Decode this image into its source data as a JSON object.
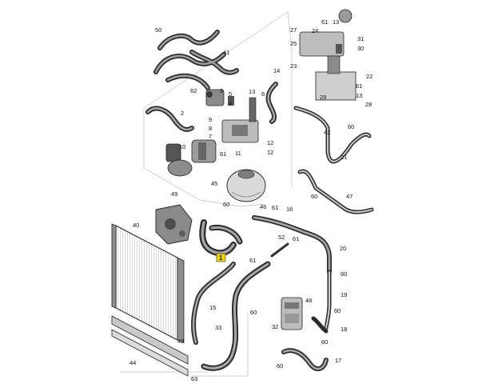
{
  "diagram": {
    "highlighted_part": "1",
    "callouts": [
      {
        "label": "50"
      },
      {
        "label": "41"
      },
      {
        "label": "27"
      },
      {
        "label": "61"
      },
      {
        "label": "13"
      },
      {
        "label": "24"
      },
      {
        "label": "31"
      },
      {
        "label": "25"
      },
      {
        "label": "30"
      },
      {
        "label": "23"
      },
      {
        "label": "14"
      },
      {
        "label": "22"
      },
      {
        "label": "62"
      },
      {
        "label": "3"
      },
      {
        "label": "5"
      },
      {
        "label": "6"
      },
      {
        "label": "13"
      },
      {
        "label": "61"
      },
      {
        "label": "29"
      },
      {
        "label": "13"
      },
      {
        "label": "4"
      },
      {
        "label": "28"
      },
      {
        "label": "2"
      },
      {
        "label": "9"
      },
      {
        "label": "8"
      },
      {
        "label": "7"
      },
      {
        "label": "61"
      },
      {
        "label": "12"
      },
      {
        "label": "42"
      },
      {
        "label": "60"
      },
      {
        "label": "10"
      },
      {
        "label": "11"
      },
      {
        "label": "12"
      },
      {
        "label": "21"
      },
      {
        "label": "45"
      },
      {
        "label": "60"
      },
      {
        "label": "47"
      },
      {
        "label": "49"
      },
      {
        "label": "60"
      },
      {
        "label": "46"
      },
      {
        "label": "61"
      },
      {
        "label": "16"
      },
      {
        "label": "40"
      },
      {
        "label": "52"
      },
      {
        "label": "61"
      },
      {
        "label": "20"
      },
      {
        "label": "61"
      },
      {
        "label": "60"
      },
      {
        "label": "15"
      },
      {
        "label": "48"
      },
      {
        "label": "19"
      },
      {
        "label": "60"
      },
      {
        "label": "43"
      },
      {
        "label": "33"
      },
      {
        "label": "32"
      },
      {
        "label": "18"
      },
      {
        "label": "60"
      },
      {
        "label": "44"
      },
      {
        "label": "60"
      },
      {
        "label": "17"
      },
      {
        "label": "63"
      },
      {
        "label": "60"
      }
    ]
  }
}
